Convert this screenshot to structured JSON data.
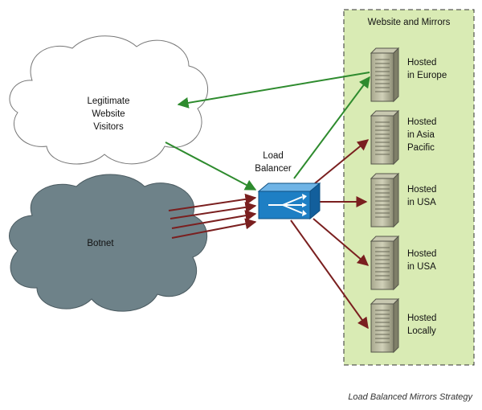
{
  "mirrors_panel": {
    "title": "Website and Mirrors"
  },
  "visitors_cloud": {
    "lines": [
      "Legitimate",
      "Website",
      "Visitors"
    ]
  },
  "botnet_cloud": {
    "label": "Botnet"
  },
  "load_balancer": {
    "lines": [
      "Load",
      "Balancer"
    ]
  },
  "servers": [
    {
      "lines": [
        "Hosted",
        "in Europe"
      ]
    },
    {
      "lines": [
        "Hosted",
        "in Asia",
        "Pacific"
      ]
    },
    {
      "lines": [
        "Hosted",
        "in USA"
      ]
    },
    {
      "lines": [
        "Hosted",
        "in USA"
      ]
    },
    {
      "lines": [
        "Hosted",
        "Locally"
      ]
    }
  ],
  "caption": "Load Balanced Mirrors Strategy",
  "colors": {
    "panel_fill": "#d9ebb4",
    "legit_arrow": "#2e8b2e",
    "attack_arrow": "#7a1f1f",
    "botnet_fill": "#6e8289",
    "balancer_fill": "#1e7fc4"
  }
}
